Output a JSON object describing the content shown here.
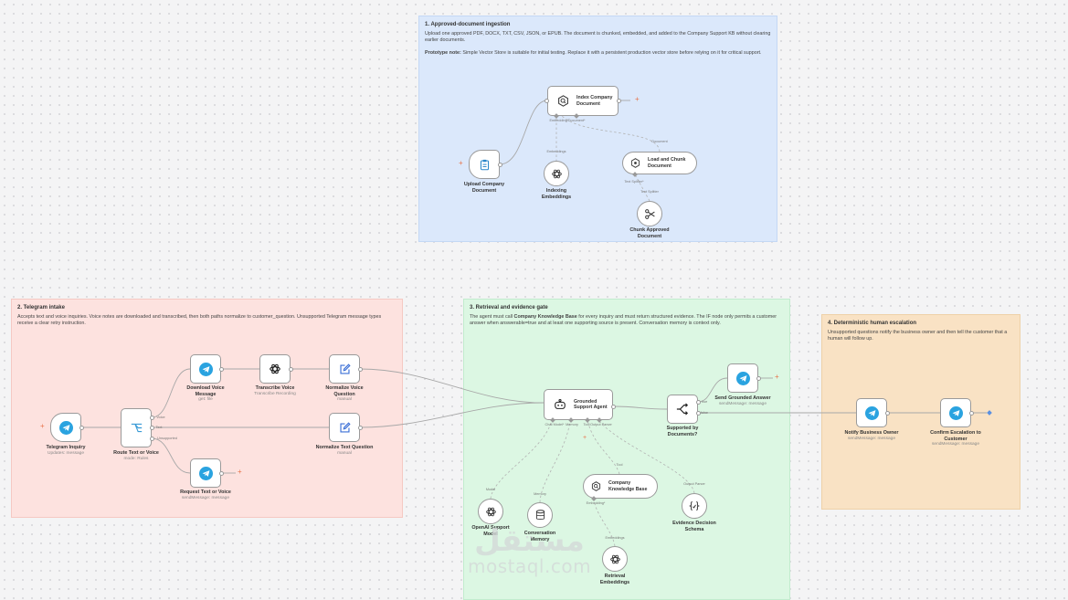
{
  "stickies": {
    "ingestion": {
      "title": "1. Approved-document ingestion",
      "body1": "Upload one approved PDF, DOCX, TXT, CSV, JSON, or EPUB. The document is chunked, embedded, and added to the Company Support KB without clearing earlier documents.",
      "note_label": "Prototype note:",
      "note_text": " Simple Vector Store is suitable for initial testing. Replace it with a persistent production vector store before relying on it for critical support."
    },
    "telegram": {
      "title": "2. Telegram intake",
      "body": "Accepts text and voice inquiries. Voice notes are downloaded and transcribed, then both paths normalize to customer_question. Unsupported Telegram message types receive a clear retry instruction."
    },
    "retrieval": {
      "title": "3. Retrieval and evidence gate",
      "body_pre": "The agent must call ",
      "body_bold": "Company Knowledge Base",
      "body_post": " for every inquiry and must return structured evidence. The IF node only permits a customer answer when answerable=true and at least one supporting source is present. Conversation memory is context only."
    },
    "escalation": {
      "title": "4. Deterministic human escalation",
      "body": "Unsupported questions notify the business owner and then tell the customer that a human will follow up."
    }
  },
  "nodes": {
    "index_company_document": {
      "label": "Index Company Document",
      "icon": "vector-store-icon"
    },
    "upload_company_document": {
      "label": "Upload Company Document",
      "icon": "clipboard-form-icon"
    },
    "indexing_embeddings": {
      "label": "Indexing Embeddings",
      "icon": "openai-icon"
    },
    "load_and_chunk_document": {
      "label": "Load and Chunk Document",
      "icon": "document-loader-icon"
    },
    "chunk_approved_document": {
      "label": "Chunk Approved Document",
      "icon": "scissors-icon"
    },
    "telegram_inquiry": {
      "label": "Telegram Inquiry",
      "sub": "Updates: message",
      "icon": "telegram-icon"
    },
    "route_text_or_voice": {
      "label": "Route Text or Voice",
      "sub": "mode: Rules",
      "icon": "switch-icon"
    },
    "download_voice_message": {
      "label": "Download Voice Message",
      "sub": "get: file",
      "icon": "telegram-icon"
    },
    "transcribe_voice": {
      "label": "Transcribe Voice",
      "sub": "Transcribe Recording",
      "icon": "openai-icon"
    },
    "normalize_voice_question": {
      "label": "Normalize Voice Question",
      "sub": "manual",
      "icon": "edit-icon"
    },
    "normalize_text_question": {
      "label": "Normalize Text Question",
      "sub": "manual",
      "icon": "edit-icon"
    },
    "request_text_or_voice": {
      "label": "Request Text or Voice",
      "sub": "sendMessage: message",
      "icon": "telegram-icon"
    },
    "grounded_support_agent": {
      "label": "Grounded Support Agent",
      "icon": "robot-icon"
    },
    "openai_support_model": {
      "label": "OpenAI Support Model",
      "icon": "openai-icon"
    },
    "conversation_memory": {
      "label": "Conversation Memory",
      "icon": "database-icon"
    },
    "company_knowledge_base": {
      "label": "Company Knowledge Base",
      "icon": "vector-store-icon"
    },
    "retrieval_embeddings": {
      "label": "Retrieval Embeddings",
      "icon": "openai-icon"
    },
    "evidence_decision_schema": {
      "label": "Evidence Decision Schema",
      "icon": "braces-icon"
    },
    "supported_by_documents": {
      "label": "Supported by Documents?",
      "icon": "if-branch-icon"
    },
    "send_grounded_answer": {
      "label": "Send Grounded Answer",
      "sub": "sendMessage: message",
      "icon": "telegram-icon"
    },
    "notify_business_owner": {
      "label": "Notify Business Owner",
      "sub": "sendMessage: message",
      "icon": "telegram-icon"
    },
    "confirm_escalation": {
      "label": "Confirm Escalation to Customer",
      "sub": "sendMessage: message",
      "icon": "telegram-icon"
    }
  },
  "tags": {
    "embedding_document": "Embedding/Document*",
    "embeddings_1": "Embeddings",
    "document": "Document",
    "text_splitter_out": "Text Splitter*",
    "text_splitter_in": "Text Splitter",
    "voice": "Voice",
    "text": "Text",
    "unsupported": "Unsupported",
    "chat_model": "Chat Model*",
    "memory": "Memory",
    "tool": "Tool",
    "output_parser": "Output Parser",
    "model": "Model",
    "memory_in": "Memory",
    "tool_in": "Tool",
    "embedding_out": "Embedding*",
    "embeddings_2": "Embeddings",
    "output_parser_in": "Output Parser",
    "true": "true",
    "false": "false"
  },
  "watermark": {
    "arabic": "مستقل",
    "latin": "mostaql.com"
  },
  "colors": {
    "telegram": "#2aa3e0",
    "switch": "#3a9bd6",
    "edit": "#3b6fd6",
    "plus": "#e8734a",
    "sticky_blue": "#dbe8fb",
    "sticky_red": "#fde2df",
    "sticky_green": "#dcf7e3",
    "sticky_orange": "#f9e2c4"
  }
}
